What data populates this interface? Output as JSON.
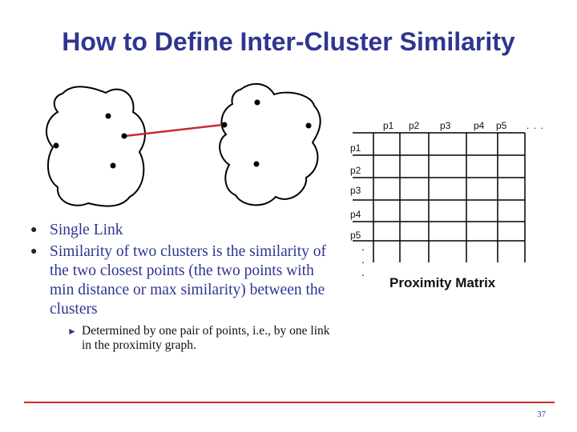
{
  "title": "How to Define Inter-Cluster Similarity",
  "matrix": {
    "column_labels": [
      "p1",
      "p2",
      "p3",
      "p4",
      "p5"
    ],
    "column_ellipsis": ". . .",
    "row_labels": [
      "p1",
      "p2",
      "p3",
      "p4",
      "p5"
    ],
    "row_ellipsis": ". . .",
    "caption": "Proximity Matrix"
  },
  "bullets": [
    "Single Link",
    "Similarity of two clusters is the similarity of the two closest points (the two points with min distance or max similarity) between the clusters"
  ],
  "sub_bullet": "Determined by one pair of points, i.e., by one link in the proximity graph.",
  "page_number": "37",
  "colors": {
    "title": "#2f3590",
    "link_line": "#cc2a2a",
    "footer_line": "#cc2a2a"
  }
}
